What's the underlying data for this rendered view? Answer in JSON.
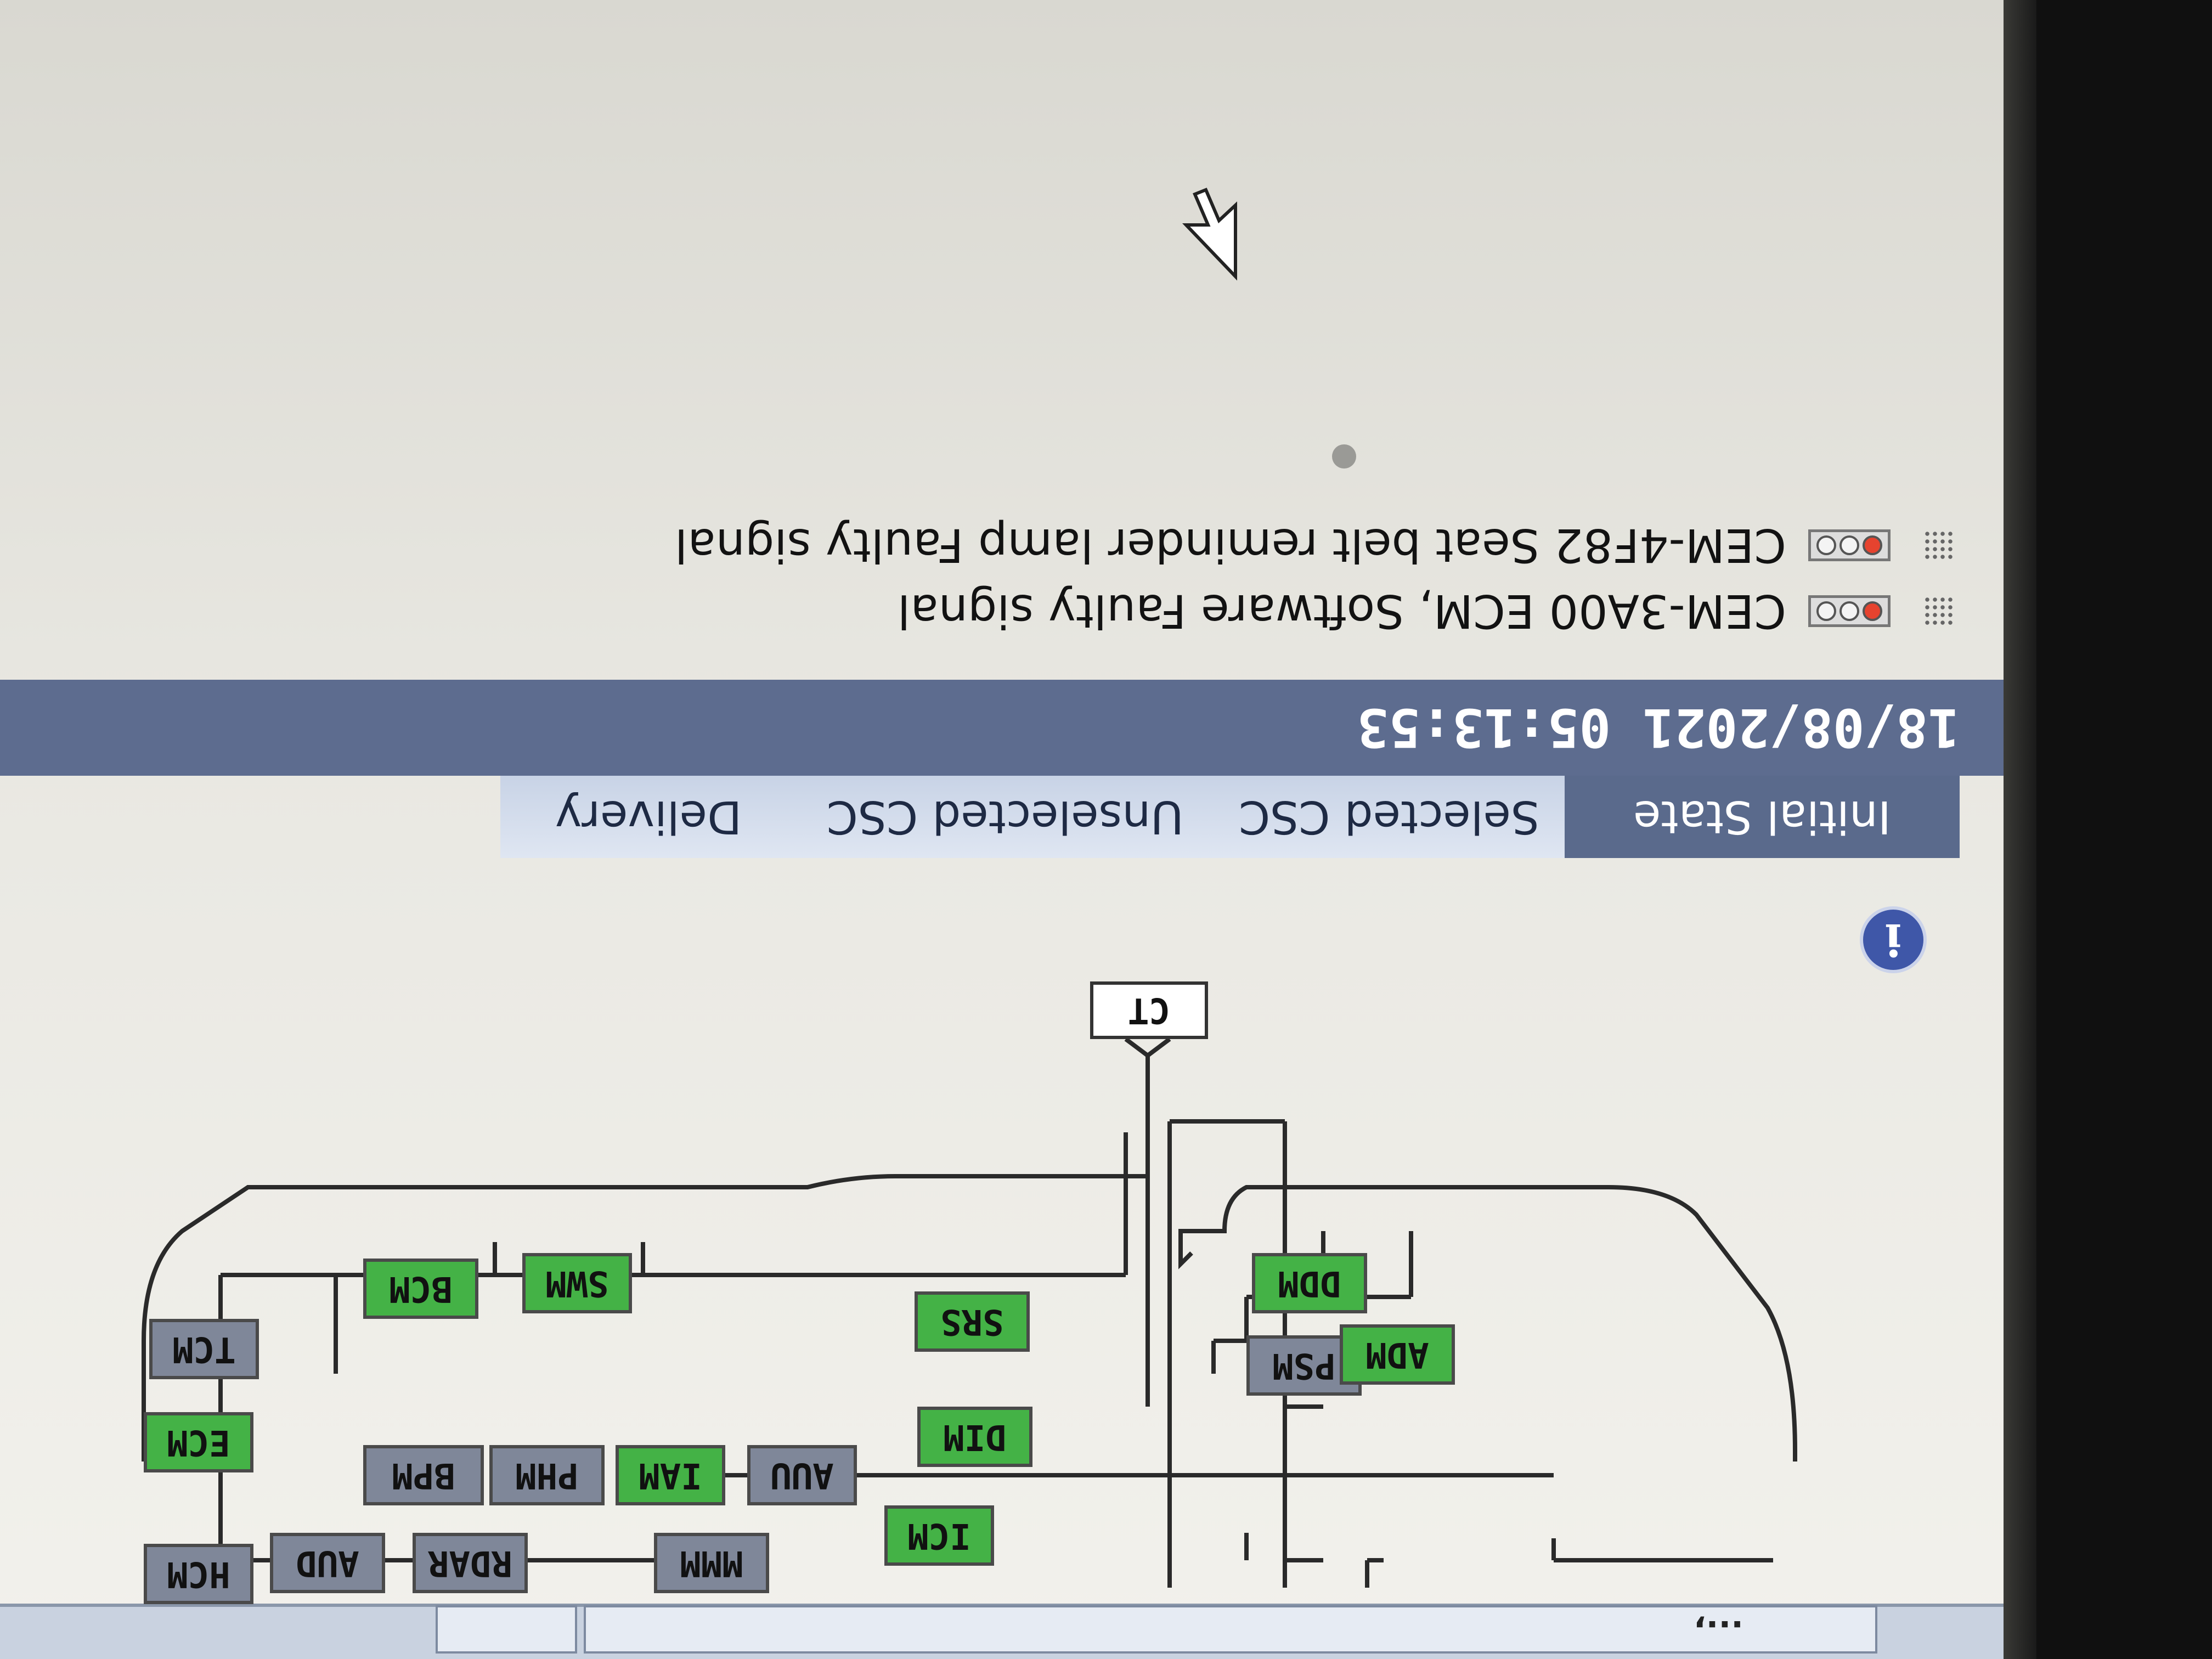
{
  "window": {
    "title_fragment": "...,",
    "monitor_bezel": "dark"
  },
  "diagram": {
    "modules": [
      {
        "id": "ct",
        "label": "CT",
        "state": "gateway"
      },
      {
        "id": "hcm",
        "label": "HCM",
        "state": "grey"
      },
      {
        "id": "ecm",
        "label": "ECM",
        "state": "green"
      },
      {
        "id": "tcm",
        "label": "TCM",
        "state": "grey"
      },
      {
        "id": "bcm",
        "label": "BCM",
        "state": "green"
      },
      {
        "id": "swm",
        "label": "SWM",
        "state": "green"
      },
      {
        "id": "srs",
        "label": "SRS",
        "state": "green"
      },
      {
        "id": "ddm",
        "label": "DDM",
        "state": "green"
      },
      {
        "id": "psm",
        "label": "PSM",
        "state": "grey"
      },
      {
        "id": "adm",
        "label": "ADM",
        "state": "green"
      },
      {
        "id": "dim",
        "label": "DIM",
        "state": "green"
      },
      {
        "id": "icm",
        "label": "ICM",
        "state": "green"
      },
      {
        "id": "auu",
        "label": "AUU",
        "state": "grey"
      },
      {
        "id": "iam",
        "label": "IAM",
        "state": "green"
      },
      {
        "id": "phm",
        "label": "PHM",
        "state": "grey"
      },
      {
        "id": "bpm",
        "label": "BPM",
        "state": "grey"
      },
      {
        "id": "mmm",
        "label": "MMM",
        "state": "grey"
      },
      {
        "id": "rdar",
        "label": "RDAR",
        "state": "grey"
      },
      {
        "id": "aud",
        "label": "AUD",
        "state": "grey"
      }
    ],
    "colors": {
      "active": "#44b246",
      "inactive": "#7f8799"
    }
  },
  "tabs": [
    {
      "label": "Initial State",
      "active": true
    },
    {
      "label": "Selected CSC",
      "active": false
    },
    {
      "label": "Unselected CSC",
      "active": false
    },
    {
      "label": "Delivery",
      "active": false
    }
  ],
  "timestamp": "18/08/2021 05:13:53",
  "faults": [
    {
      "code": "CEM-3A00 ECM, Software Faulty signal"
    },
    {
      "code": "CEM-4F82 Seat belt reminder lamp Faulty signal"
    }
  ],
  "icons": {
    "info": "i",
    "info_name": "info-icon",
    "cursor_name": "mouse-cursor-icon"
  },
  "orientation": "photo-rotated-180"
}
